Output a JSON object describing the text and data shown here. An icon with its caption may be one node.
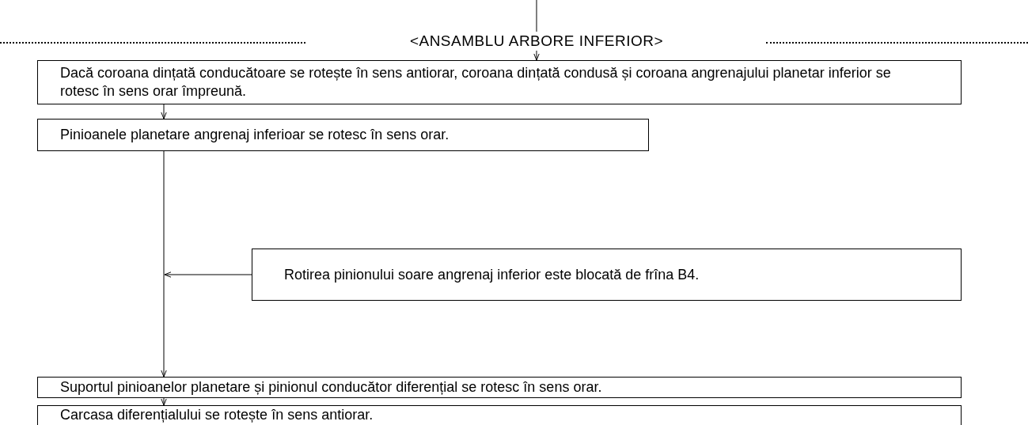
{
  "diagram": {
    "nodes": [
      {
        "text": [
          "<ANSAMBLU ARBORE INFERIOR>"
        ]
      },
      {
        "text": [
          "Dacă coroana dințată conducătoare se rotește în sens antiorar, coroana dințată condusă și coroana angrenajului planetar inferior se rotesc în sens orar împreună."
        ]
      },
      {
        "text": [
          "Pinioanele planetare angrenaj inferioar se rotesc în sens orar."
        ]
      },
      {
        "text": [
          "Rotirea pinionului soare angrenaj inferior este blocată de frîna B4."
        ]
      },
      {
        "text": [
          "Suportul pinioanelor planetare și pinionul conducător diferențial se rotesc în sens orar."
        ]
      },
      {
        "text": [
          "Carcasa diferențialului se rotește în sens antiorar."
        ]
      }
    ],
    "edges": [
      {
        "from": null,
        "to": 0,
        "arrow": "none"
      },
      {
        "from": 0,
        "to": 1,
        "arrow": "to"
      },
      {
        "from": 1,
        "to": 2,
        "arrow": "to"
      },
      {
        "from": 2,
        "to": 4,
        "arrow": "to"
      },
      {
        "from": 3,
        "to": null,
        "arrow": "to"
      },
      {
        "from": 4,
        "to": 5,
        "arrow": "to"
      }
    ]
  }
}
